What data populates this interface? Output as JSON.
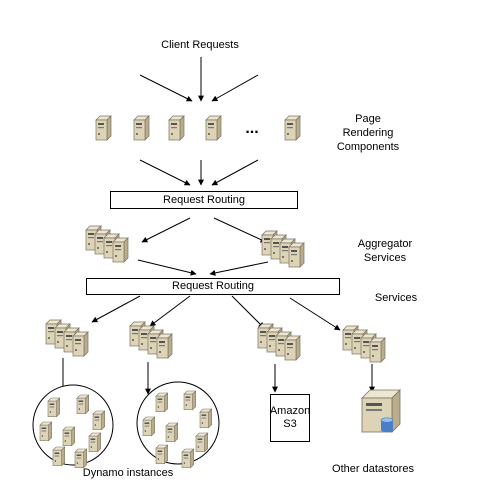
{
  "labels": {
    "client_requests": "Client Requests",
    "page_rendering": "Page\nRendering\nComponents",
    "ellipsis": "...",
    "request_routing_1": "Request Routing",
    "aggregator_services": "Aggregator\nServices",
    "request_routing_2": "Request Routing",
    "services": "Services",
    "amazon_s3": "Amazon\nS3",
    "dynamo_instances": "Dynamo instances",
    "other_datastores": "Other datastores"
  },
  "colors": {
    "server_body": "#ddd4b8",
    "server_side": "#b9ad8c",
    "server_top": "#ece6d2",
    "server_outline": "#7a7260",
    "line": "#000000",
    "disk": "#4a7fc8"
  }
}
